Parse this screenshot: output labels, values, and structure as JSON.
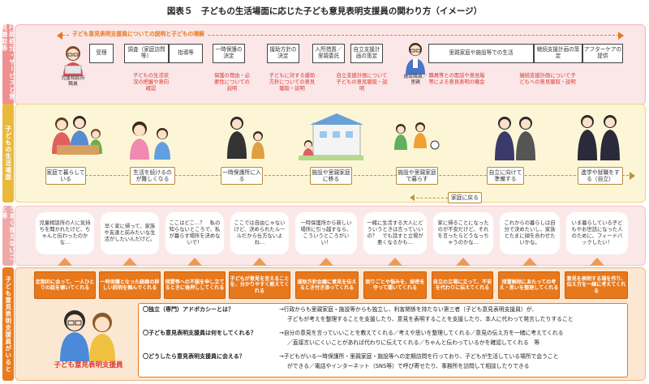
{
  "title": "図表５　子どもの生活場面に応じた子ども意見表明支援員の関わり方（イメージ）",
  "rows": {
    "admin": "行政処分・サービスと意見聴取等",
    "life": "子どもの生活場面",
    "worries": "うまく言えないこと等",
    "advocate": "子ども意見表明支援員がいると"
  },
  "top_arrow": "子ども意見表明支援員についての説明と子どもの理解",
  "staff_left": "児童相談所職員",
  "staff_right": "施設職員／里親",
  "stages": [
    "受理",
    "調査（家庭訪問等）",
    "指導等",
    "一時保護の決定",
    "援助方針の決定",
    "入所措置／里親委託",
    "自立支援計画の策定",
    "里親家庭や施設等での生活",
    "継続支援計画の策定",
    "アフターケアの提供"
  ],
  "red_notes": [
    "子どもの生活状況の把握や意向確認",
    "保護の理由・必要性についての説明",
    "子どもに対する援助方針についての意見聴取・説明",
    "自立支援計画について子どもの意見聴取・説明",
    "職員等との面談や意見箱等による意見表明の機会",
    "継続支援計画について子どもへの意見聴取・説明"
  ],
  "life_boxes": [
    "家庭で暮らしている",
    "生活を続けるのが難しくなる",
    "一時保護所に入る",
    "施設や里親家庭に移る",
    "施設や里親家庭で暮らす",
    "自立に向けて準備する",
    "進学や就職をする（自立）"
  ],
  "return_home": "家庭に戻る",
  "bubbles": [
    "児童相談所の人に気持ちを聞かれたけど、ちゃんと伝わったのかな…",
    "早く家に帰って、家族や友達と前みたいな生活がしたいんだけど。",
    "ここはどこ…？　私の知らないところで、私が暮らす場所を決めないで！",
    "ここでは自由じゃないけど、決められたルールだから仕方ないよね…",
    "一時保護所から新しい場所に引っ越すなら、こういうところがいい！",
    "一緒に生活する大人にどういうときは言っていいの？　でも話すと立場が悪くなるかも…",
    "家に帰ることになったのが不安だけど、それを言ったらどうなっちゃうのかな…",
    "これからの暮らしは自分で決めたいし、家族とたまに顔を合わせたいかな。",
    "いま暮らしている子どもやお世話になった人のために、フィードバックしたい！"
  ],
  "orange_boxes": [
    "定期的に会って、一人ひとりの話を聴いてくれる",
    "一時保護となった経緯の詳しい説明を頼んでくれる",
    "措置等への不服を申し立てるときに後押ししてくれる",
    "子どもが意見を言えることを、分かりやすく教えてくれる",
    "援助方針会議に意見を伝えるとき付き添ってくれる",
    "困りごとや悩みを、秘密を守って聞いてくれる",
    "自立の立場に立って、不安を代わりに伝えてくれる",
    "措置解除にあたっての考え・思いを整理してくれる",
    "意見を表明する場を作り、伝え方を一緒に考えてくれる"
  ],
  "advocate_label": "子ども意見表明支援員",
  "qa": [
    {
      "q": "〇独立（専門）アドボカシーとは？",
      "a1": "→行政からも里親家庭・施設等からも独立し、利害関係を持たない第三者（子ども意見表明支援員）が、",
      "a2": "子どもが考えを整理することを支援したり、意見を表明することを支援したり、本人に代わって発言したりすること"
    },
    {
      "q": "〇子ども意見表明支援員は何をしてくれる？",
      "a1": "→自分の意見を言っていいことを教えてくれる／考えや思いを整理してくれる／意見の伝え方を一緒に考えてくれる",
      "a2": "／直接言いにくいことがあれば代わりに伝えてくれる／ちゃんと伝わっているかを確認してくれる　等"
    },
    {
      "q": "〇どうしたら意見表明支援員に会える？",
      "a1": "→子どもがいる一時保護所・里親家庭・施設等への定期訪問を行っており、子どもが生活している場所で会うこと",
      "a2": "ができる／電話やインターネット（SNS等）で呼び寄せたり、事務所を訪問して相談したりできる"
    }
  ],
  "colors": {
    "admin": "#ef8f8f",
    "life": "#eab83a",
    "worries": "#efa8a8",
    "advocate": "#ea7a1c"
  }
}
